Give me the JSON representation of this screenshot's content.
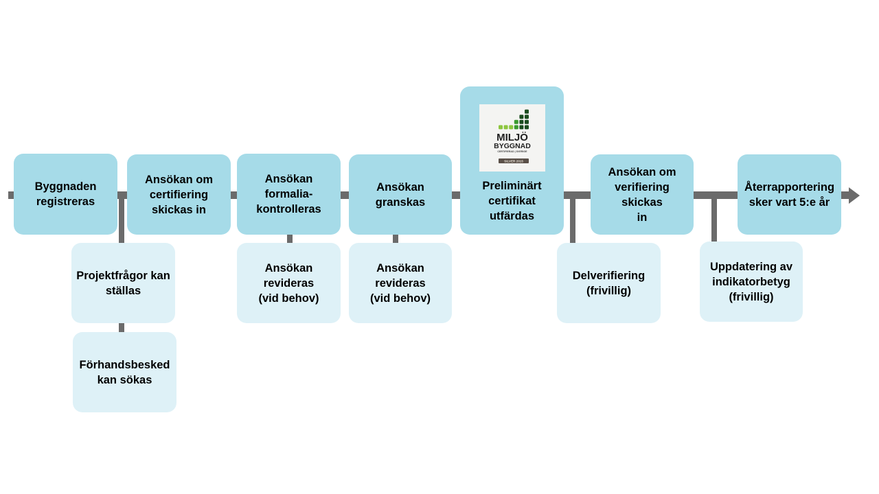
{
  "main_steps": [
    {
      "label": "Byggnaden\nregistreras"
    },
    {
      "label": "Ansökan om\ncertifiering\nskickas in"
    },
    {
      "label": "Ansökan\nformalia-\nkontrolleras"
    },
    {
      "label": "Ansökan\ngranskas"
    },
    {
      "label": "Preliminärt\ncertifikat\nutfärdas"
    },
    {
      "label": "Ansökan om\nverifiering skickas\nin"
    },
    {
      "label": "Återrapportering\nsker vart 5:e år"
    }
  ],
  "sub_steps": [
    {
      "label": "Projektfrågor kan\nställas"
    },
    {
      "label": "Förhandsbesked\nkan sökas"
    },
    {
      "label": "Ansökan\nrevideras\n(vid behov)"
    },
    {
      "label": "Ansökan\nrevideras\n(vid behov)"
    },
    {
      "label": "Delverifiering\n(frivillig)"
    },
    {
      "label": "Uppdatering av\nindikatorbetyg\n(frivillig)"
    }
  ],
  "logo": {
    "name": "MILJÖ\nBYGGNAD",
    "line1": "MILJÖ",
    "line2": "BYGGNAD",
    "tagline": "CERTIFIERAD | SVERIGE",
    "badge": "SILVER 2015",
    "colors": {
      "light": "#8dc63f",
      "mid": "#3a9a2f",
      "dark": "#1b4d1f"
    }
  }
}
